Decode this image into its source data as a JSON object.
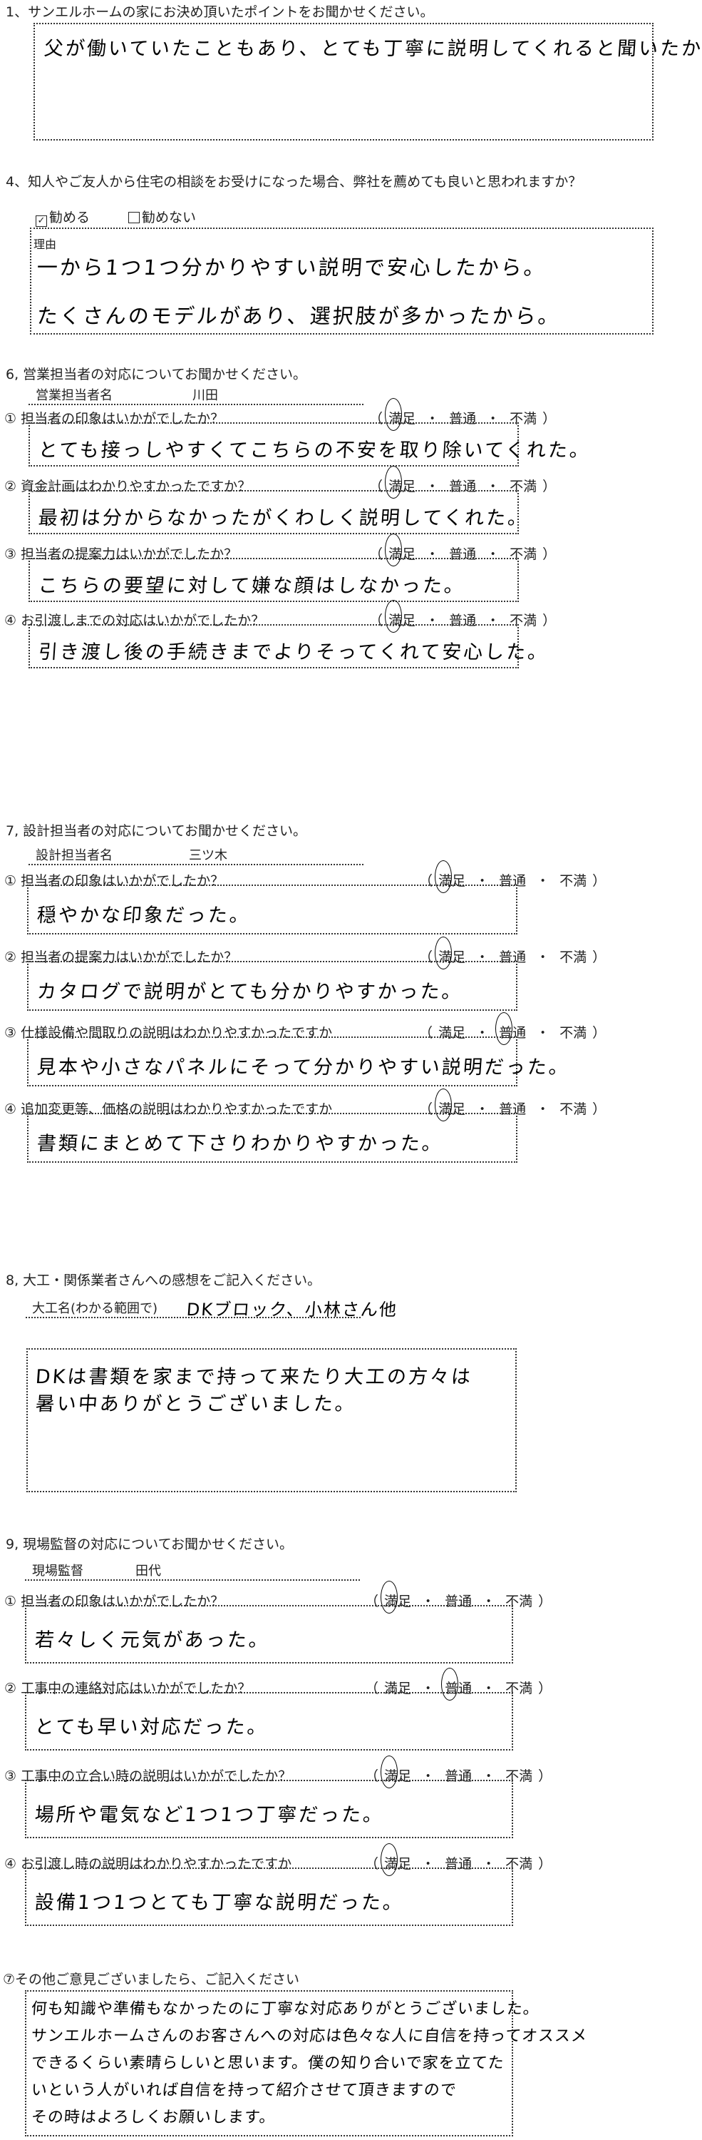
{
  "rating_options": [
    "満足",
    "普通",
    "不満"
  ],
  "q1": {
    "title": "1、サンエルホームの家にお決め頂いたポイントをお聞かせください。",
    "answer": [
      "父が働いていたこともあり、とても丁寧に説明してくれると聞いたから。"
    ]
  },
  "q4": {
    "title": "4、知人やご友人から住宅の相談をお受けになった場合、弊社を薦めても良いと思われますか？",
    "options": [
      {
        "label": "勧める",
        "checked": true
      },
      {
        "label": "勧めない",
        "checked": false
      }
    ],
    "reason_label": "理由",
    "answer": [
      "一から1つ1つ分かりやすい説明で安心したから。",
      "たくさんのモデルがあり、選択肢が多かったから。"
    ]
  },
  "q6": {
    "title": "6, 営業担当者の対応についてお聞かせください。",
    "person_label": "営業担当者名",
    "person": "川田",
    "items": [
      {
        "q": "① 担当者の印象はいかがでしたか？",
        "rating": "満足",
        "answer": "とても接っしやすくてこちらの不安を取り除いてくれた。"
      },
      {
        "q": "② 資金計画はわかりやすかったですか？",
        "rating": "満足",
        "answer": "最初は分からなかったがくわしく説明してくれた。"
      },
      {
        "q": "③ 担当者の提案力はいかがでしたか？",
        "rating": "満足",
        "answer": "こちらの要望に対して嫌な顔はしなかった。"
      },
      {
        "q": "④ お引渡しまでの対応はいかがでしたか？",
        "rating": "満足",
        "answer": "引き渡し後の手続きまでよりそってくれて安心した。"
      }
    ]
  },
  "q7": {
    "title": "7, 設計担当者の対応についてお聞かせください。",
    "person_label": "設計担当者名",
    "person": "三ツ木",
    "items": [
      {
        "q": "① 担当者の印象はいかがでしたか？",
        "rating": "満足",
        "answer": "穏やかな印象だった。"
      },
      {
        "q": "② 担当者の提案力はいかがでしたか？",
        "rating": "満足",
        "answer": "カタログで説明がとても分かりやすかった。"
      },
      {
        "q": "③ 仕様設備や間取りの説明はわかりやすかったですか",
        "rating": "普通",
        "answer": "見本や小さなパネルにそって分かりやすい説明だった。"
      },
      {
        "q": "④ 追加変更等、価格の説明はわかりやすかったですか",
        "rating": "満足",
        "answer": "書類にまとめて下さりわかりやすかった。"
      }
    ]
  },
  "q8": {
    "title": "8, 大工・関係業者さんへの感想をご記入ください。",
    "person_label": "大工名(わかる範囲で)",
    "person": "DKブロック、小林さん他",
    "answer": [
      "DKは書類を家まで持って来たり大工の方々は",
      "暑い中ありがとうございました。"
    ]
  },
  "q9": {
    "title": "9, 現場監督の対応についてお聞かせください。",
    "person_label": "現場監督",
    "person": "田代",
    "items": [
      {
        "q": "① 担当者の印象はいかがでしたか？",
        "rating": "満足",
        "answer": "若々しく元気があった。"
      },
      {
        "q": "② 工事中の連絡対応はいかがでしたか？",
        "rating": "普通",
        "answer": "とても早い対応だった。"
      },
      {
        "q": "③ 工事中の立合い時の説明はいかがでしたか？",
        "rating": "満足",
        "answer": "場所や電気など1つ1つ丁寧だった。"
      },
      {
        "q": "④ お引渡し時の説明はわかりやすかったですか",
        "rating": "満足",
        "answer": "設備1つ1つとても丁寧な説明だった。"
      }
    ]
  },
  "q_other": {
    "title": "⑦その他ご意見ございましたら、ご記入ください",
    "answer": [
      "何も知識や準備もなかったのに丁寧な対応ありがとうございました。",
      "サンエルホームさんのお客さんへの対応は色々な人に自信を持ってオススメ",
      "できるくらい素晴らしいと思います。僕の知り合いで家を立てた",
      "いという人がいれば自信を持って紹介させて頂きますので",
      "その時はよろしくお願いします。"
    ]
  }
}
